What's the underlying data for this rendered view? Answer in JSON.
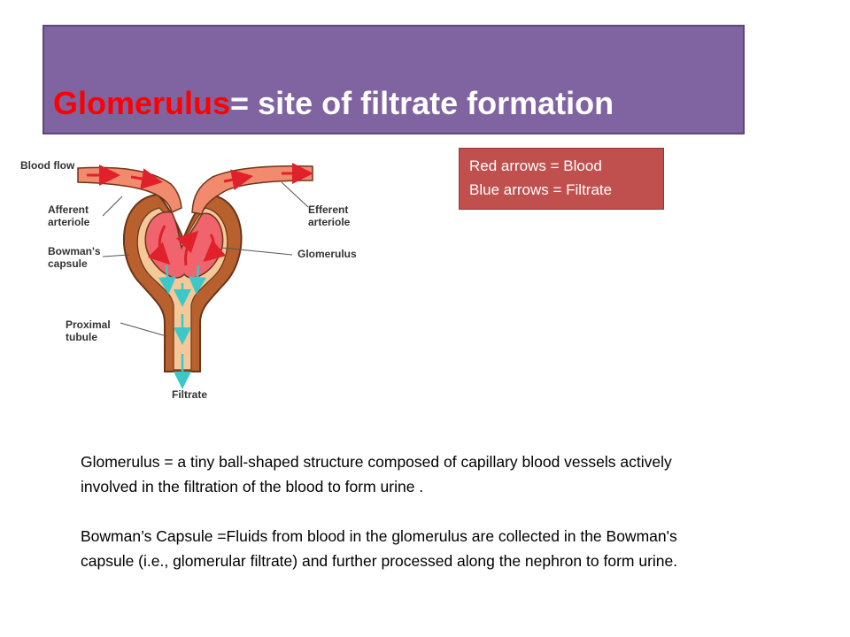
{
  "title": {
    "highlight": "Glomerulus",
    "rest": "= site of filtrate formation"
  },
  "legend": {
    "line1": "Red arrows = Blood",
    "line2": "Blue arrows = Filtrate"
  },
  "diagram": {
    "labels": {
      "blood_flow": "Blood flow",
      "afferent_1": "Afferent",
      "afferent_2": "arteriole",
      "bowmans_1": "Bowman's",
      "bowmans_2": "capsule",
      "proximal_1": "Proximal",
      "proximal_2": "tubule",
      "filtrate": "Filtrate",
      "efferent_1": "Efferent",
      "efferent_2": "arteriole",
      "glomerulus": "Glomerulus"
    }
  },
  "body": {
    "paragraph1": "Glomerulus = a tiny ball-shaped structure composed of capillary blood vessels actively involved in the filtration of the blood to form urine .",
    "paragraph2": "Bowman’s Capsule =Fluids from blood in the glomerulus are collected in the Bowman's capsule (i.e., glomerular filtrate) and further processed along the nephron to form urine."
  },
  "colors": {
    "title_bg": "#8064a2",
    "title_highlight": "#ff0000",
    "legend_bg": "#c0504d",
    "blood_arrow": "#e0202a",
    "filtrate_arrow": "#3cc8c8"
  }
}
